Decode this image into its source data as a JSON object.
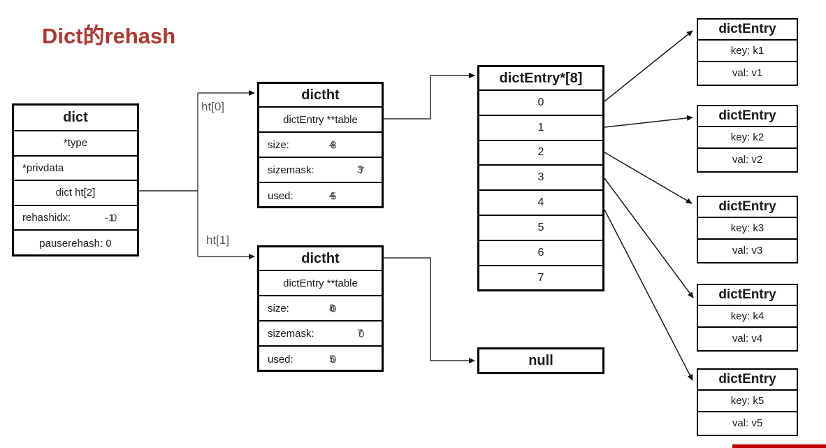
{
  "title": "Dict的rehash",
  "colors": {
    "title_red": "#b03631",
    "line": "#3d3d3d",
    "gray_label": "#595959",
    "red_bar": "#be0000"
  },
  "dict_box": {
    "header": "dict",
    "type_row": "*type",
    "privdata_row": "*privdata",
    "ht_row": "dict ht[2]",
    "rehashidx_label": "rehashidx:",
    "rehashidx_old": "-1",
    "rehashidx_new": "0",
    "pauserehash_row": "pauserehash: 0"
  },
  "pointer_labels": {
    "ht0": "ht[0]",
    "ht1": "ht[1]"
  },
  "dictht0": {
    "header": "dictht",
    "table_row": "dictEntry **table",
    "size_label": "size:",
    "size_old": "4",
    "size_new": "8",
    "sizemask_label": "sizemask:",
    "sizemask_old": "3",
    "sizemask_new": "7",
    "used_label": "used:",
    "used_old": "4",
    "used_new": "5"
  },
  "dictht1": {
    "header": "dictht",
    "table_row": "dictEntry **table",
    "size_label": "size:",
    "size_old": "8",
    "size_new": "0",
    "sizemask_label": "sizemask:",
    "sizemask_old": "7",
    "sizemask_new": "0",
    "used_label": "used:",
    "used_old": "5",
    "used_new": "0"
  },
  "bucket_array": {
    "header": "dictEntry*[8]",
    "slots": [
      "0",
      "1",
      "2",
      "3",
      "4",
      "5",
      "6",
      "7"
    ]
  },
  "null_box": {
    "label": "null"
  },
  "entries": [
    {
      "header": "dictEntry",
      "key": "key: k1",
      "val": "val: v1"
    },
    {
      "header": "dictEntry",
      "key": "key: k2",
      "val": "val: v2"
    },
    {
      "header": "dictEntry",
      "key": "key: k3",
      "val": "val: v3"
    },
    {
      "header": "dictEntry",
      "key": "key: k4",
      "val": "val: v4"
    },
    {
      "header": "dictEntry",
      "key": "key: k5",
      "val": "val: v5"
    }
  ]
}
